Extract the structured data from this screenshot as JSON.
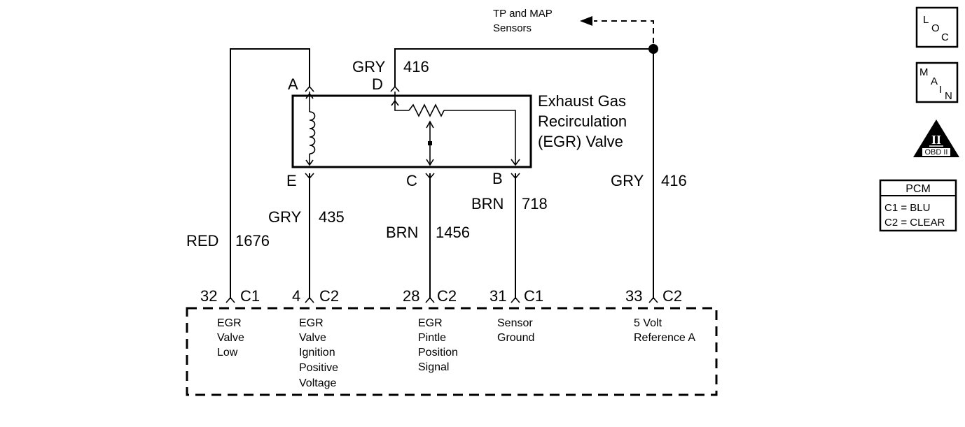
{
  "top_note": {
    "line1": "TP and MAP",
    "line2": "Sensors"
  },
  "component": {
    "line1": "Exhaust Gas",
    "line2": "Recirculation",
    "line3": "(EGR) Valve"
  },
  "pins": {
    "A": "A",
    "B": "B",
    "C": "C",
    "D": "D",
    "E": "E"
  },
  "wires": [
    {
      "id": "d",
      "color": "GRY",
      "circuit": "416"
    },
    {
      "id": "e",
      "color": "GRY",
      "circuit": "435"
    },
    {
      "id": "c",
      "color": "BRN",
      "circuit": "1456"
    },
    {
      "id": "b",
      "color": "BRN",
      "circuit": "718"
    },
    {
      "id": "ref",
      "color": "GRY",
      "circuit": "416"
    },
    {
      "id": "red",
      "color": "RED",
      "circuit": "1676"
    }
  ],
  "pcm_terminals": [
    {
      "pin": "32",
      "connector": "C1",
      "desc": [
        "EGR",
        "Valve",
        "Low"
      ]
    },
    {
      "pin": "4",
      "connector": "C2",
      "desc": [
        "EGR",
        "Valve",
        "Ignition",
        "Positive",
        "Voltage"
      ]
    },
    {
      "pin": "28",
      "connector": "C2",
      "desc": [
        "EGR",
        "Pintle",
        "Position",
        "Signal"
      ]
    },
    {
      "pin": "31",
      "connector": "C1",
      "desc": [
        "Sensor",
        "Ground"
      ]
    },
    {
      "pin": "33",
      "connector": "C2",
      "desc": [
        "5 Volt",
        "Reference A"
      ]
    }
  ],
  "side_buttons": {
    "loc": {
      "l1": "L",
      "l2": "O",
      "l3": "C"
    },
    "main": {
      "l1": "M",
      "l2": "A",
      "l3": "I",
      "l4": "N"
    },
    "obd": {
      "symbol": "II",
      "label": "OBD II"
    }
  },
  "pcm_legend": {
    "title": "PCM",
    "row1": "C1 = BLU",
    "row2": "C2 = CLEAR"
  }
}
